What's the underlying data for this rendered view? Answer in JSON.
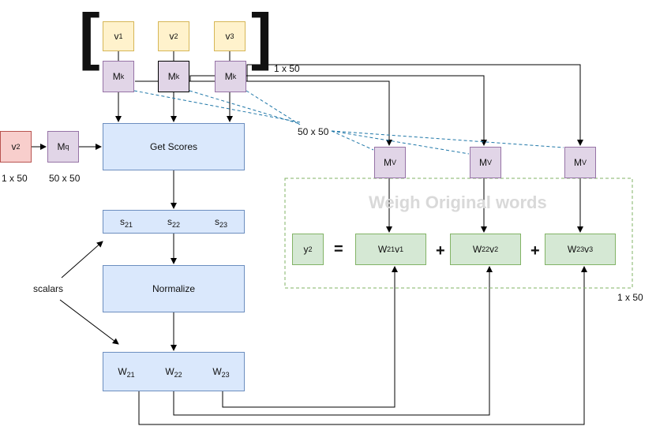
{
  "top_vectors": [
    {
      "base": "v",
      "sub": "1"
    },
    {
      "base": "v",
      "sub": "2"
    },
    {
      "base": "v",
      "sub": "3"
    }
  ],
  "mk_boxes": [
    {
      "base": "M",
      "sub": "k"
    },
    {
      "base": "M",
      "sub": "k"
    },
    {
      "base": "M",
      "sub": "k"
    }
  ],
  "mv_boxes": [
    {
      "base": "M",
      "sub": "V"
    },
    {
      "base": "M",
      "sub": "V"
    },
    {
      "base": "M",
      "sub": "V"
    }
  ],
  "query": {
    "base": "v",
    "sub": "2"
  },
  "mq": {
    "base": "M",
    "sub": "q"
  },
  "labels": {
    "top_dim": "1 x 50",
    "query_dim": "1 x 50",
    "mq_dim": "50 x 50",
    "matrix_dim": "50 x 50",
    "output_dim": "1 x 50",
    "scalars": "scalars",
    "weigh_title": "Weigh Original words"
  },
  "get_scores": "Get Scores",
  "normalize": "Normalize",
  "scores": [
    {
      "base": "s",
      "sub": "21"
    },
    {
      "base": "s",
      "sub": "22"
    },
    {
      "base": "s",
      "sub": "23"
    }
  ],
  "weights": [
    {
      "base": "W",
      "sub": "21"
    },
    {
      "base": "W",
      "sub": "22"
    },
    {
      "base": "W",
      "sub": "23"
    }
  ],
  "output": {
    "base": "y",
    "sub": "2"
  },
  "equals": "=",
  "plus": "+",
  "weighted_terms": [
    {
      "b1": "W",
      "s1": "21",
      "b2": "v",
      "s2": "1"
    },
    {
      "b1": "W",
      "s1": "22",
      "b2": "v",
      "s2": "2"
    },
    {
      "b1": "W",
      "s1": "23",
      "b2": "v",
      "s2": "3"
    }
  ],
  "brackets": {
    "open": "[",
    "close": "]"
  }
}
